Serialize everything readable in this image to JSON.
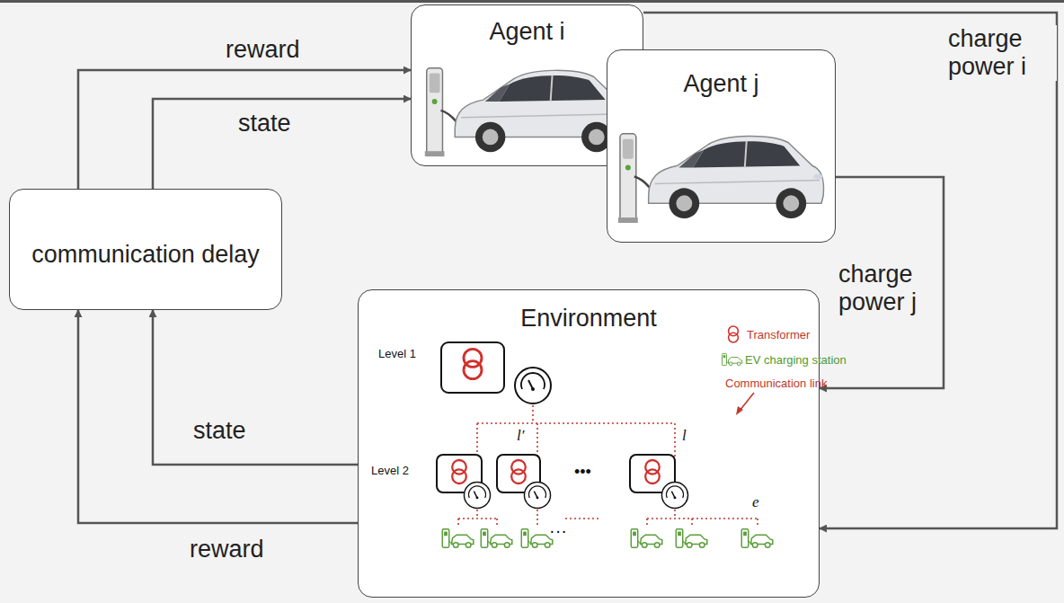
{
  "diagram": {
    "nodes": [
      {
        "text": [
          "Agent i"
        ]
      },
      {
        "text": [
          "Agent j"
        ]
      },
      {
        "text": [
          "communication delay"
        ]
      },
      {
        "text": [
          "Environment"
        ]
      }
    ],
    "edges": [
      {
        "from": 2,
        "to": 0,
        "arrow": "to",
        "label": "reward"
      },
      {
        "from": 2,
        "to": 0,
        "arrow": "to",
        "label": "state"
      },
      {
        "from": 0,
        "to": 3,
        "arrow": "to",
        "label": "charge power i"
      },
      {
        "from": 1,
        "to": 3,
        "arrow": "to",
        "label": "charge power j"
      },
      {
        "from": 3,
        "to": 2,
        "arrow": "to",
        "label": "state"
      },
      {
        "from": 3,
        "to": 2,
        "arrow": "to",
        "label": "reward"
      }
    ],
    "labels": [
      "Level 1",
      "Transformer",
      "EV charging station",
      "Communication link",
      "Level 2",
      "l′",
      "•••",
      "l",
      "···",
      "e"
    ]
  }
}
